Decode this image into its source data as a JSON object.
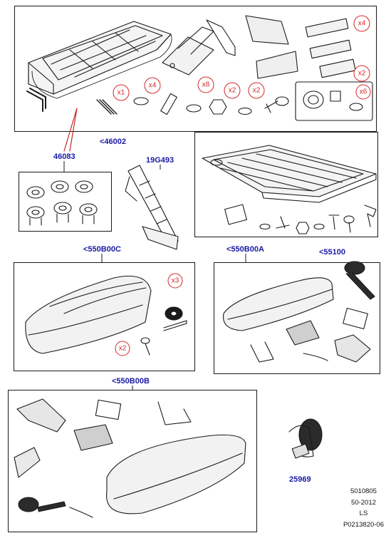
{
  "colors": {
    "label": "#1a1aa6",
    "qty": "#d42a2a",
    "line": "#1a1a1a"
  },
  "kits": {
    "top": "<46002",
    "pads": "46083",
    "ladder": "19G493",
    "rack": "<55100",
    "box_c": "<550B00C",
    "box_a": "<550B00A",
    "box_b": "<550B00B",
    "strap": "25969"
  },
  "quantities": {
    "top_plate": "x4",
    "top_clamp": "x2",
    "spring": "x1",
    "bolt": "x4",
    "nut": "x8",
    "washer": "x2",
    "screw": "x2",
    "ring_bolt": "x6",
    "strap_c": "x3",
    "key_c": "x2"
  },
  "meta": {
    "part_no": "5010805",
    "date": "50-2012",
    "side": "LS",
    "ref": "P0213820-06"
  }
}
